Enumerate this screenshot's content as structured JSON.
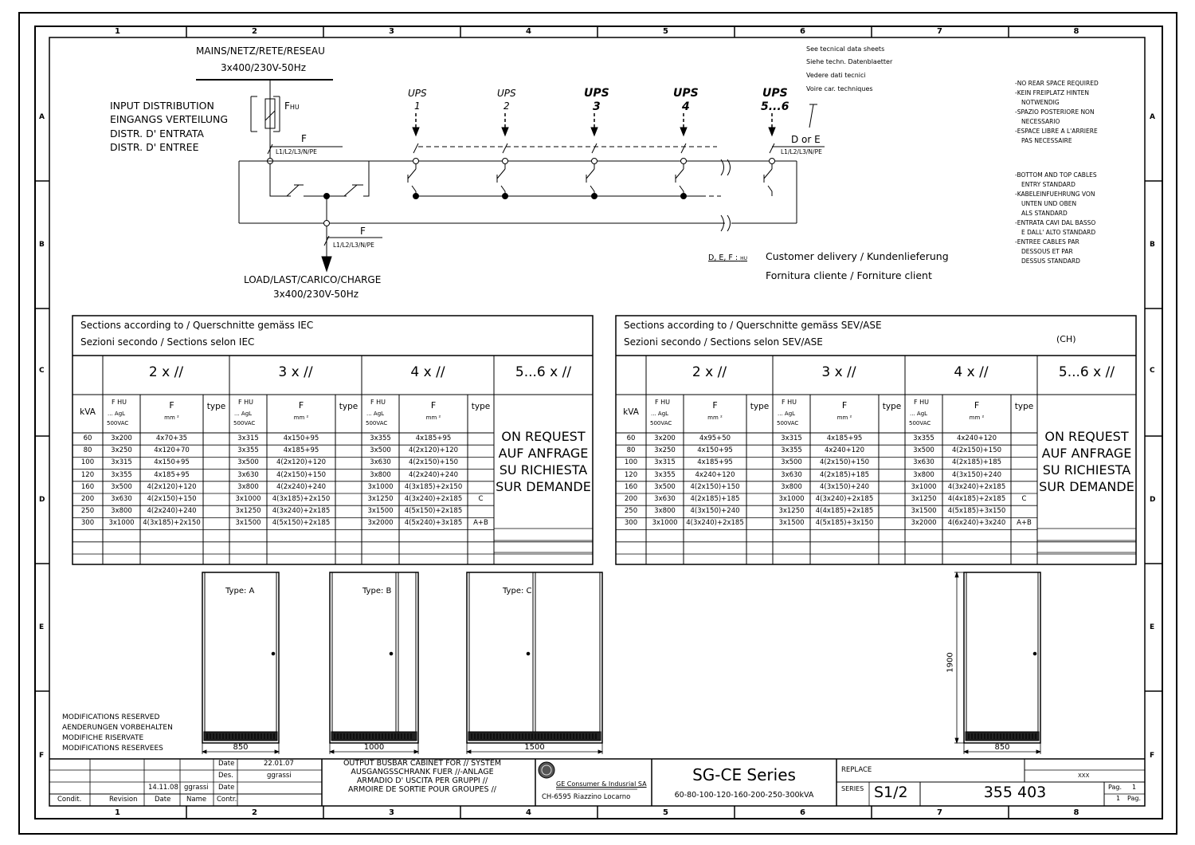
{
  "frame": {
    "col_labels": [
      "1",
      "2",
      "3",
      "4",
      "5",
      "6",
      "7",
      "8"
    ],
    "row_labels": [
      "A",
      "B",
      "C",
      "D",
      "E",
      "F"
    ]
  },
  "schematic": {
    "mains": {
      "line1": "MAINS/NETZ/RETE/RESEAU",
      "line2": "3x400/230V-50Hz"
    },
    "input_distribution": [
      "INPUT DISTRIBUTION",
      "EINGANGS VERTEILUNG",
      "DISTR. D' ENTRATA",
      "DISTR. D' ENTREE"
    ],
    "fhu_label": "F",
    "fhu_sub": "HU",
    "f_label": "F",
    "phase_label": "L1/L2/L3/N/PE",
    "ups_labels": [
      {
        "title": "UPS",
        "num": "1"
      },
      {
        "title": "UPS",
        "num": "2"
      },
      {
        "title": "UPS",
        "num": "3"
      },
      {
        "title": "UPS",
        "num": "4"
      },
      {
        "title": "UPS",
        "num": "5...6"
      }
    ],
    "d_or_e": "D or E",
    "load": {
      "line1": "LOAD/LAST/CARICO/CHARGE",
      "line2": "3x400/230V-50Hz"
    },
    "tech_sheets": [
      "See tecnical data sheets",
      "Siehe techn. Datenblaetter",
      "Vedere dati tecnici",
      "Voire car. techniques"
    ],
    "customer_prefix": "D, E, F :",
    "customer_prefix_sub": "HU",
    "customer_line1": "Customer delivery / Kundenlieferung",
    "customer_line2": "Fornitura cliente / Forniture client"
  },
  "notes": {
    "rear_space": [
      "-NO REAR SPACE REQUIRED",
      "-KEIN FREIPLATZ HINTEN",
      "NOTWENDIG",
      "-SPAZIO POSTERIORE NON",
      "NECESSARIO",
      "-ESPACE LIBRE A L'ARRIERE",
      "PAS NECESSAIRE"
    ],
    "cable_entry": [
      "-BOTTOM AND TOP CABLES",
      "ENTRY STANDARD",
      "-KABELEINFUEHRUNG VON",
      "UNTEN UND OBEN",
      "ALS STANDARD",
      "-ENTRATA CAVI DAL BASSO",
      "E DALL' ALTO STANDARD",
      "-ENTREE CABLES PAR",
      "DESSOUS ET PAR",
      "DESSUS STANDARD"
    ],
    "modifications": [
      "MODIFICATIONS RESERVED",
      "AENDERUNGEN VORBEHALTEN",
      "MODIFICHE RISERVATE",
      "MODIFICATIONS RESERVEES"
    ]
  },
  "tables": [
    {
      "title1": "Sections according to / Querschnitte gemäss IEC",
      "title2": "Sezioni secondo / Sections selon IEC",
      "country": "",
      "groups": [
        "2 x //",
        "3 x //",
        "4 x //",
        "5...6 x //"
      ],
      "kva_header": "kVA",
      "fhu_header": [
        "F HU",
        "... AgL",
        "500VAC"
      ],
      "f_header": [
        "F",
        "mm ²"
      ],
      "type_header": "type",
      "on_request": [
        "ON REQUEST",
        "AUF ANFRAGE",
        "SU RICHIESTA",
        "SUR DEMANDE"
      ],
      "rows": [
        [
          "60",
          "3x200",
          "4x70+35",
          "",
          "3x315",
          "4x150+95",
          "",
          "3x355",
          "4x185+95",
          ""
        ],
        [
          "80",
          "3x250",
          "4x120+70",
          "",
          "3x355",
          "4x185+95",
          "",
          "3x500",
          "4(2x120)+120",
          ""
        ],
        [
          "100",
          "3x315",
          "4x150+95",
          "",
          "3x500",
          "4(2x120)+120",
          "",
          "3x630",
          "4(2x150)+150",
          ""
        ],
        [
          "120",
          "3x355",
          "4x185+95",
          "",
          "3x630",
          "4(2x150)+150",
          "",
          "3x800",
          "4(2x240)+240",
          ""
        ],
        [
          "160",
          "3x500",
          "4(2x120)+120",
          "",
          "3x800",
          "4(2x240)+240",
          "",
          "3x1000",
          "4(3x185)+2x150",
          ""
        ],
        [
          "200",
          "3x630",
          "4(2x150)+150",
          "",
          "3x1000",
          "4(3x185)+2x150",
          "",
          "3x1250",
          "4(3x240)+2x185",
          "C"
        ],
        [
          "250",
          "3x800",
          "4(2x240)+240",
          "",
          "3x1250",
          "4(3x240)+2x185",
          "",
          "3x1500",
          "4(5x150)+2x185",
          ""
        ],
        [
          "300",
          "3x1000",
          "4(3x185)+2x150",
          "",
          "3x1500",
          "4(5x150)+2x185",
          "",
          "3x2000",
          "4(5x240)+3x185",
          "A+B"
        ]
      ]
    },
    {
      "title1": "Sections according to / Querschnitte gemäss SEV/ASE",
      "title2": "Sezioni secondo / Sections selon SEV/ASE",
      "country": "(CH)",
      "groups": [
        "2 x //",
        "3 x //",
        "4 x //",
        "5...6 x //"
      ],
      "kva_header": "kVA",
      "fhu_header": [
        "F HU",
        "... AgL",
        "500VAC"
      ],
      "f_header": [
        "F",
        "mm ²"
      ],
      "type_header": "type",
      "on_request": [
        "ON REQUEST",
        "AUF ANFRAGE",
        "SU RICHIESTA",
        "SUR DEMANDE"
      ],
      "rows": [
        [
          "60",
          "3x200",
          "4x95+50",
          "",
          "3x315",
          "4x185+95",
          "",
          "3x355",
          "4x240+120",
          ""
        ],
        [
          "80",
          "3x250",
          "4x150+95",
          "",
          "3x355",
          "4x240+120",
          "",
          "3x500",
          "4(2x150)+150",
          ""
        ],
        [
          "100",
          "3x315",
          "4x185+95",
          "",
          "3x500",
          "4(2x150)+150",
          "",
          "3x630",
          "4(2x185)+185",
          ""
        ],
        [
          "120",
          "3x355",
          "4x240+120",
          "",
          "3x630",
          "4(2x185)+185",
          "",
          "3x800",
          "4(3x150)+240",
          ""
        ],
        [
          "160",
          "3x500",
          "4(2x150)+150",
          "",
          "3x800",
          "4(3x150)+240",
          "",
          "3x1000",
          "4(3x240)+2x185",
          ""
        ],
        [
          "200",
          "3x630",
          "4(2x185)+185",
          "",
          "3x1000",
          "4(3x240)+2x185",
          "",
          "3x1250",
          "4(4x185)+2x185",
          "C"
        ],
        [
          "250",
          "3x800",
          "4(3x150)+240",
          "",
          "3x1250",
          "4(4x185)+2x185",
          "",
          "3x1500",
          "4(5x185)+3x150",
          ""
        ],
        [
          "300",
          "3x1000",
          "4(3x240)+2x185",
          "",
          "3x1500",
          "4(5x185)+3x150",
          "",
          "3x2000",
          "4(6x240)+3x240",
          "A+B"
        ]
      ]
    }
  ],
  "cabinets": [
    {
      "type_label": "Type: A",
      "width": "850"
    },
    {
      "type_label": "Type: B",
      "width": "1000"
    },
    {
      "type_label": "Type: C",
      "width": "1500"
    },
    {
      "type_label": "",
      "width": "850"
    }
  ],
  "cabinet_height": "1900",
  "title_block": {
    "date_label": "Date",
    "date_value": "22.01.07",
    "des_label": "Des.",
    "des_value": "ggrassi",
    "rev_date": "14.11.08",
    "rev_name": "ggrassi",
    "date_label2": "Date",
    "contr_label": "Contr.",
    "bottom_labels": [
      "Condit.",
      "Revision",
      "Date",
      "Name"
    ],
    "description": [
      "OUTPUT BUSBAR CABINET FOR // SYSTEM",
      "AUSGANGSSCHRANK FUER //-ANLAGE",
      "ARMADIO D' USCITA PER GRUPPI //",
      "ARMOIRE DE SORTIE POUR GROUPES //"
    ],
    "company": "GE Consumer & Indusrial SA",
    "company_address": "CH-6595  Riazzino   Locarno",
    "series_title": "SG-CE Series",
    "power_range": "60-80-100-120-160-200-250-300kVA",
    "replace_label": "REPLACE",
    "xxx": "XXX",
    "series_label": "SERIES",
    "series_value": "S1/2",
    "drawing_number": "355 403",
    "pag_label": "Pag.",
    "pag_value": "1",
    "pag_total": "1",
    "pag_label2": "Pag."
  }
}
